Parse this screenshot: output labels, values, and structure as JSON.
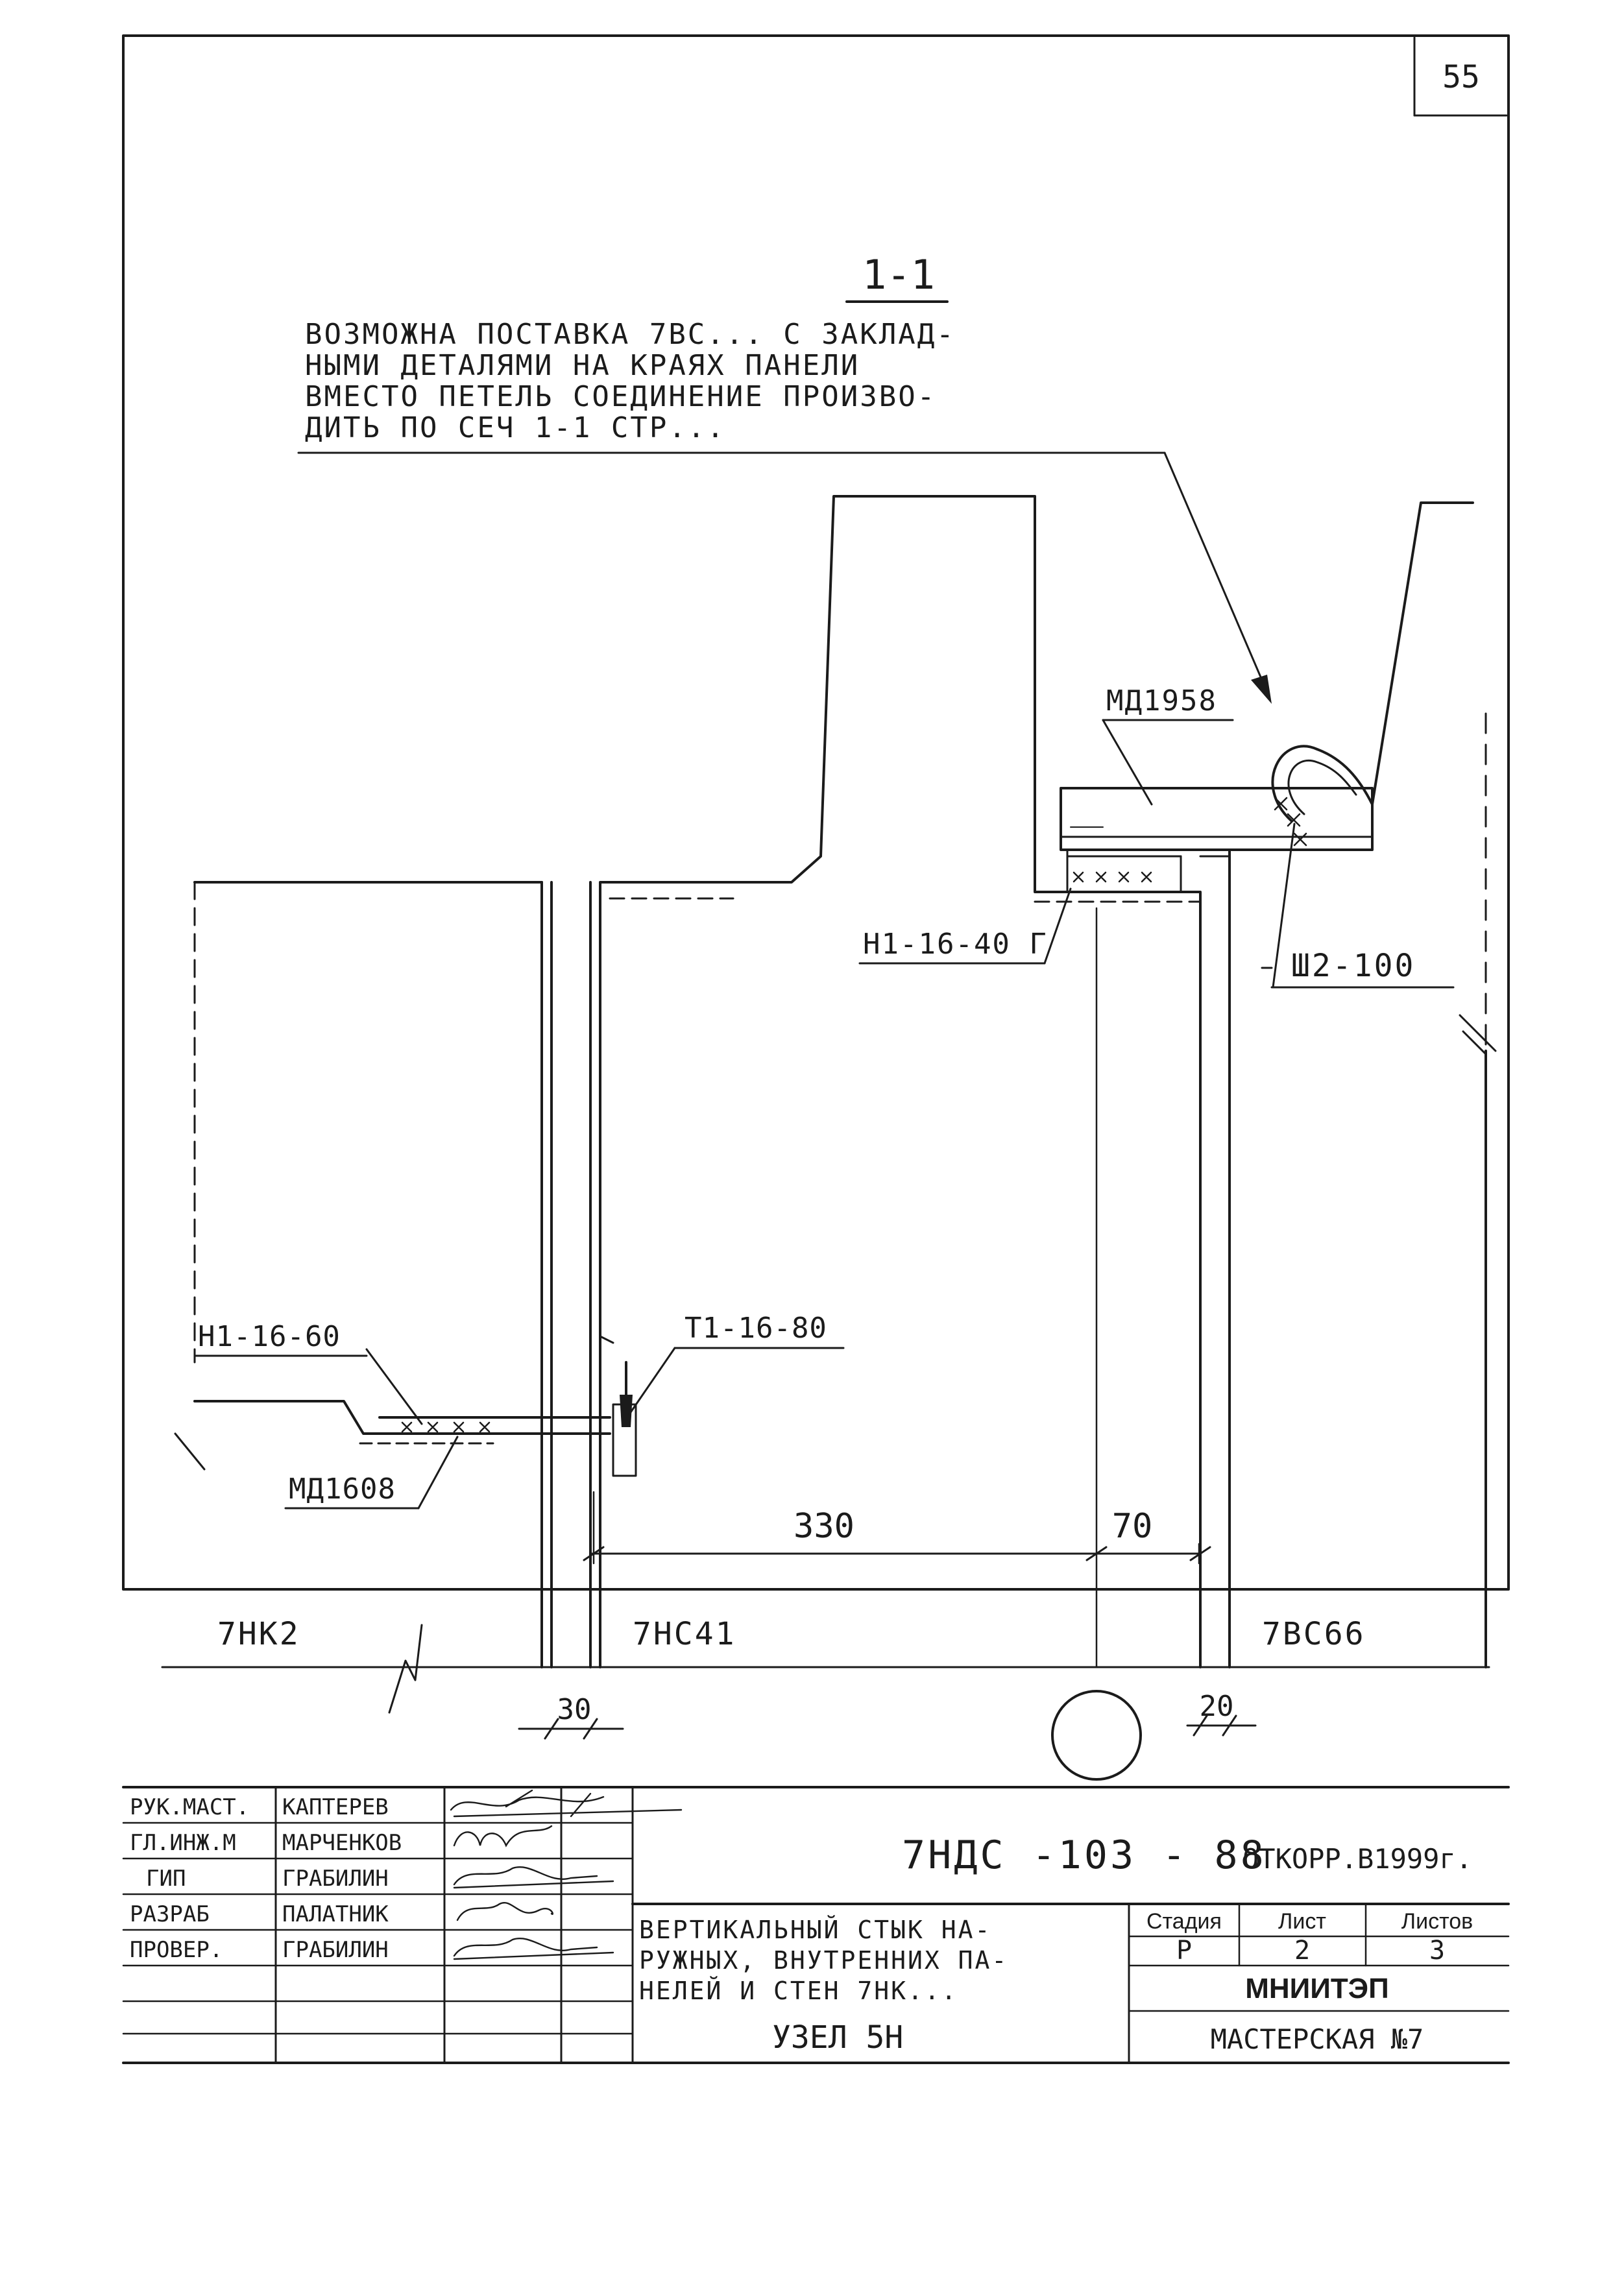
{
  "sheet": {
    "page_number": "55"
  },
  "section": {
    "title": "1-1"
  },
  "note": {
    "lines": [
      "ВОЗМОЖНА ПОСТАВКА 7ВС... С ЗАКЛАД-",
      "НЫМИ ДЕТАЛЯМИ НА КРАЯХ ПАНЕЛИ",
      "ВМЕСТО ПЕТЕЛЬ СОЕДИНЕНИЕ ПРОИЗВО-",
      "ДИТЬ ПО СЕЧ 1-1 СТР..."
    ]
  },
  "callouts": {
    "md1958": "МД1958",
    "n1_16_40": "Н1-16-40 Г",
    "sh2_100": "Ш2-100",
    "n1_16_60": "Н1-16-60",
    "t1_16_80": "Т1-16-80",
    "md1608": "МД1608"
  },
  "dimensions": {
    "d330": "330",
    "d70": "70",
    "d30": "30",
    "d20": "20"
  },
  "panels": {
    "left": "7НК2",
    "middle": "7НС41",
    "right": "7ВС66"
  },
  "title_block": {
    "roles": [
      "РУК.МАСТ.",
      "ГЛ.ИНЖ.М",
      "ГИП",
      "РАЗРАБ",
      "ПРОВЕР."
    ],
    "names": [
      "КАПТЕРЕВ",
      "МАРЧЕНКОВ",
      "ГРАБИЛИН",
      "ПАЛАТНИК",
      "ГРАБИЛИН"
    ],
    "doc_code": "7НДС -103 - 88",
    "correction": "ОТКОРР.В1999г.",
    "description": [
      "ВЕРТИКАЛЬНЫЙ СТЫК НА-",
      "РУЖНЫХ, ВНУТРЕННИХ ПА-",
      "НЕЛЕЙ И СТЕН 7НК..."
    ],
    "node": "УЗЕЛ 5Н",
    "stage_label": "Стадия",
    "sheet_label": "Лист",
    "sheets_label": "Листов",
    "stage": "Р",
    "sheet": "2",
    "sheets": "3",
    "org": "МНИИТЭП",
    "workshop": "МАСТЕРСКАЯ №7"
  }
}
